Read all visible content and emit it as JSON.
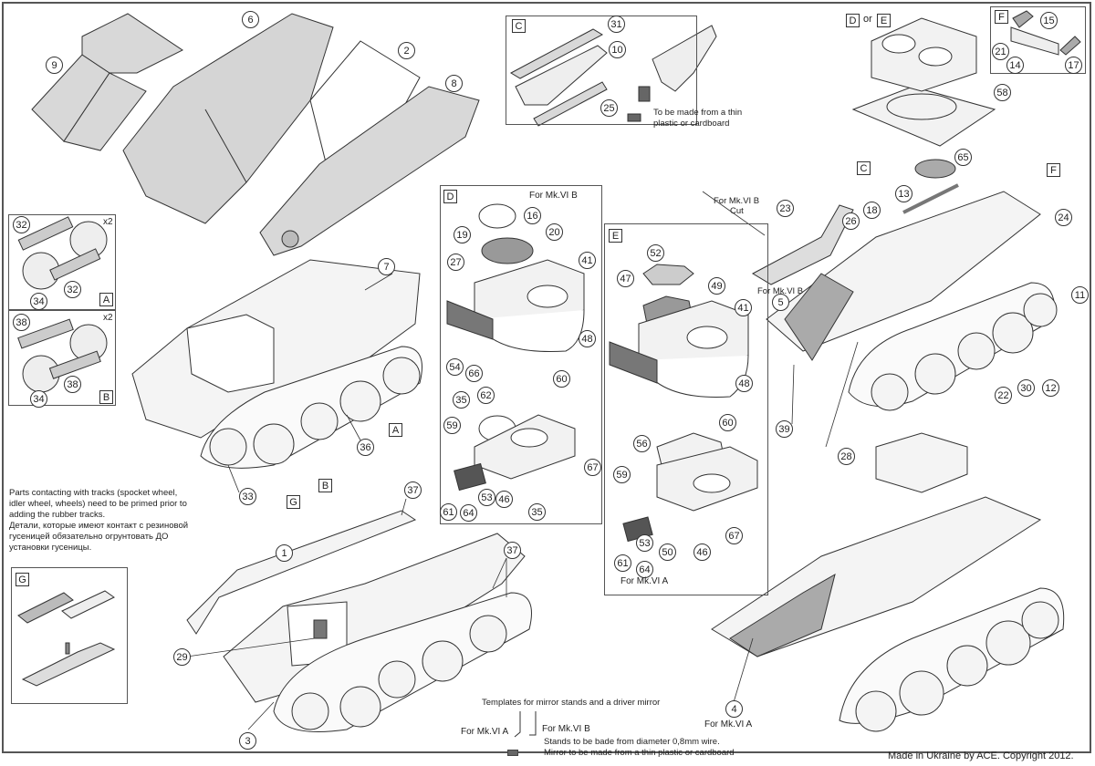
{
  "sheet": {
    "footer": "Made in Ukraine by ACE. Copyright 2012.",
    "note_en": [
      "Parts contacting with tracks (spocket wheel,",
      "idler wheel, wheels) need to be primed prior to",
      "adding the rubber tracks."
    ],
    "note_ru": [
      "Детали, которые имеют контакт с резиновой",
      "гусеницей обязательно огрунтовать ДО",
      "установки гусеницы."
    ],
    "templates": {
      "title": "Templates for mirror stands and a driver mirror",
      "mk6a": "For Mk.VI A",
      "mk6b": "For Mk.VI B",
      "stands": "Stands to be bade from diameter 0,8mm wire.",
      "mirror": "Mirror to be made from a thin plastic or cardboard"
    }
  },
  "panels": {
    "A": {
      "label": "A",
      "multiplier": "x2",
      "parts": [
        "32",
        "32",
        "34"
      ]
    },
    "B": {
      "label": "B",
      "multiplier": "x2",
      "parts": [
        "38",
        "38",
        "34"
      ]
    },
    "C": {
      "label": "C",
      "parts": [
        "31",
        "10",
        "25"
      ],
      "note": [
        "To be made from a thin",
        "plastic or cardboard"
      ]
    },
    "D": {
      "label": "D",
      "title": "For Mk.VI B",
      "parts": [
        "16",
        "19",
        "20",
        "27",
        "41",
        "48",
        "54",
        "66",
        "60",
        "35",
        "62",
        "59",
        "67",
        "53",
        "46",
        "35",
        "61",
        "64"
      ]
    },
    "E": {
      "label": "E",
      "title": "For Mk.VI A",
      "parts": [
        "52",
        "47",
        "49",
        "41",
        "48",
        "60",
        "56",
        "59",
        "67",
        "53",
        "50",
        "46",
        "61",
        "64"
      ]
    },
    "F": {
      "label": "F",
      "parts": [
        "15",
        "21",
        "14",
        "17"
      ]
    },
    "G": {
      "label": "G"
    },
    "turret_ref": {
      "d": "D",
      "or": "or",
      "e": "E",
      "part": "58"
    }
  },
  "hull_parts": {
    "p9": "9",
    "p6": "6",
    "p2": "2",
    "p8": "8",
    "p7": "7",
    "p36": "36",
    "p33": "33",
    "p1": "1",
    "p37a": "37",
    "p37b": "37",
    "p29": "29",
    "p3": "3"
  },
  "labels": {
    "A": "A",
    "B": "B",
    "G": "G",
    "B2": "B",
    "C": "C",
    "F": "F",
    "mk6b_cut": [
      "For Mk.VI B",
      "Cut"
    ],
    "mk6b_5": "For Mk.VI B",
    "mk6a_4": "For Mk.VI A"
  },
  "right_parts": {
    "p65": "65",
    "p13": "13",
    "p23": "23",
    "p26": "26",
    "p18": "18",
    "p24": "24",
    "p11": "11",
    "p5": "5",
    "p12": "12",
    "p30": "30",
    "p22": "22",
    "p39": "39",
    "p28": "28",
    "p4": "4"
  }
}
